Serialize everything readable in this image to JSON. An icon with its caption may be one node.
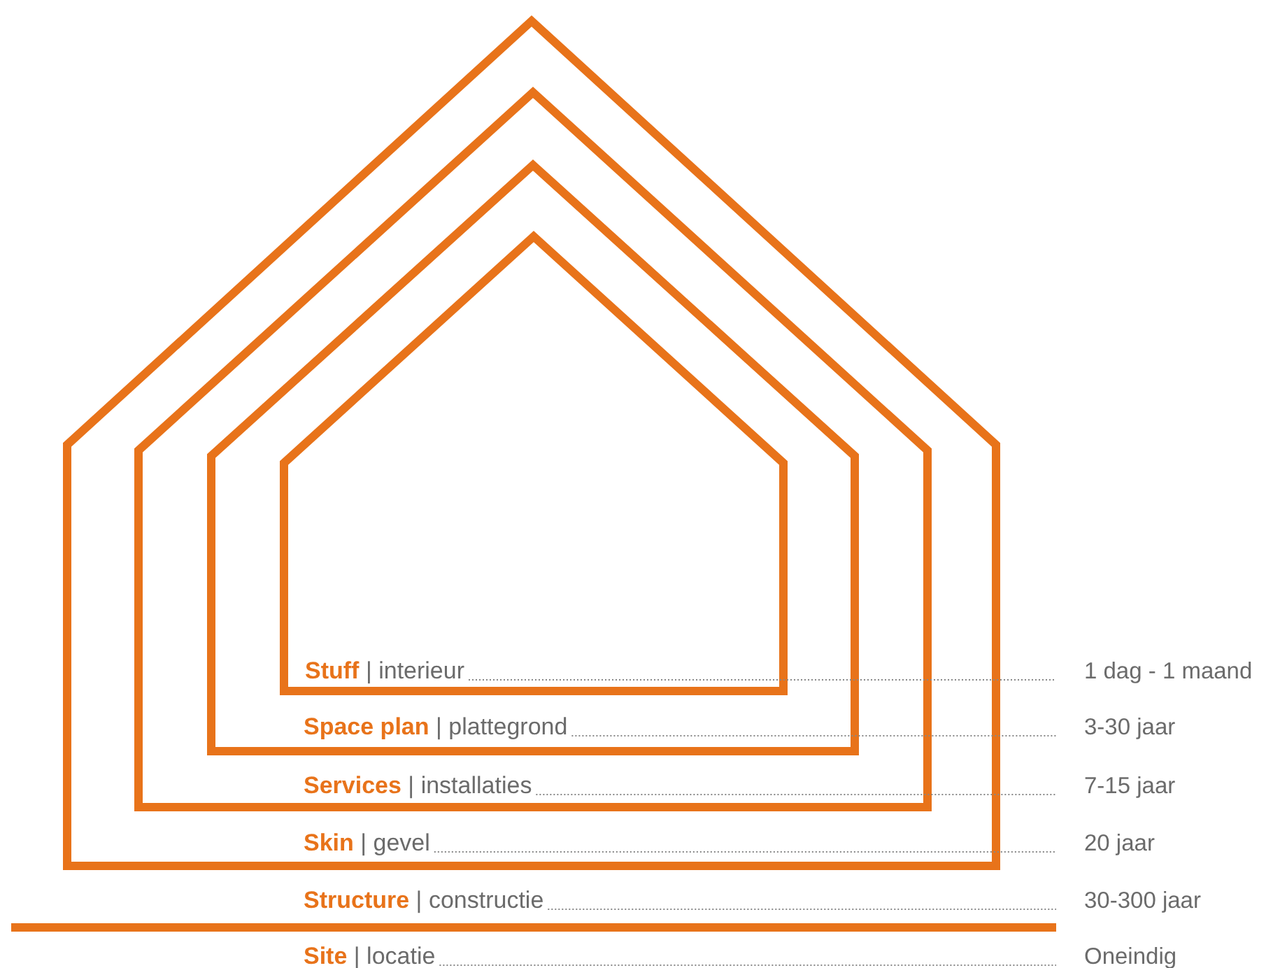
{
  "diagram": {
    "nodes": [
      {
        "text": [
          "**Skin** | gevel"
        ]
      },
      {
        "text": [
          "**Services** | installaties"
        ],
        "in": 0
      },
      {
        "text": [
          "**Space plan** | plattegrond"
        ],
        "in": 1
      },
      {
        "text": [
          "**Stuff** | interieur"
        ],
        "in": 2
      },
      {
        "text": [
          "**Structure** | constructie",
          "**Site** | locatie"
        ]
      }
    ],
    "labels": [
      "1 dag - 1 maand",
      "3-30 jaar",
      "7-15 jaar",
      "20 jaar",
      "30-300 jaar",
      "Oneindig"
    ]
  }
}
